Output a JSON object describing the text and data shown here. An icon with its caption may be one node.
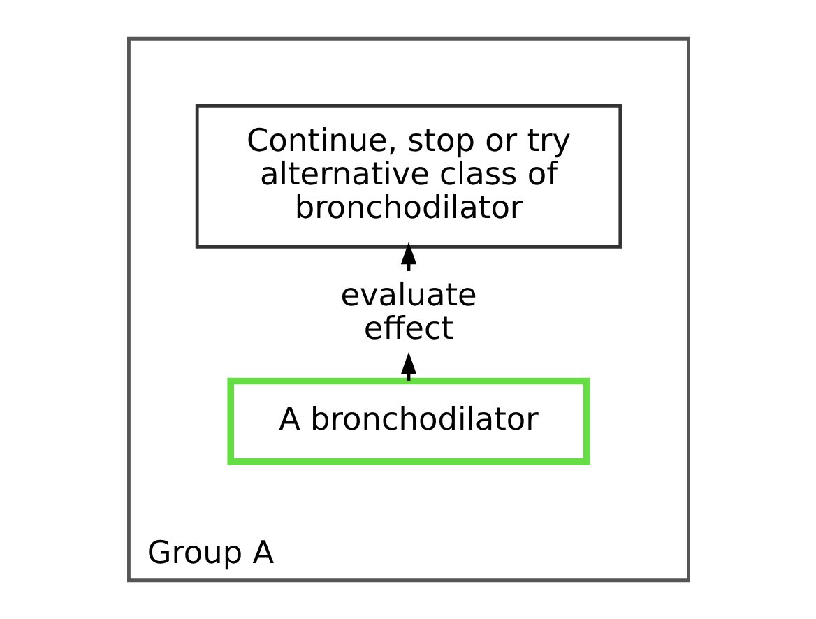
{
  "diagram": {
    "nodes": [
      {
        "text": [
          "Group A"
        ]
      },
      {
        "text": [
          "Continue, stop or try alternative class of bronchodilator"
        ],
        "in": 0
      },
      {
        "text": [
          "evaluate effect"
        ],
        "in": 0
      },
      {
        "text": [
          "A bronchodilator"
        ],
        "in": 0
      }
    ],
    "edges": [
      {
        "from": 3,
        "to": 2,
        "arrow": "to"
      },
      {
        "from": 2,
        "to": 1,
        "arrow": "to"
      }
    ]
  }
}
